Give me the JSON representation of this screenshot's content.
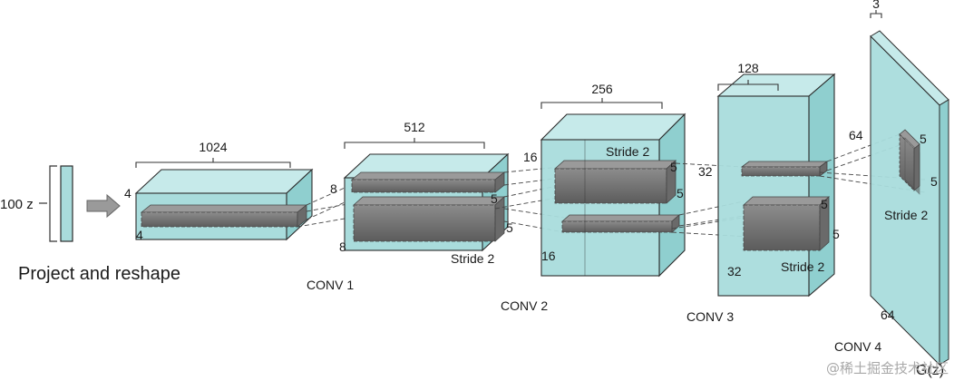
{
  "input": {
    "label": "100 z"
  },
  "project": {
    "label": "Project and reshape",
    "width": "1024",
    "height": "4",
    "depth": "4"
  },
  "conv1": {
    "label": "CONV 1",
    "width": "512",
    "height": "8",
    "depth": "8",
    "k1": "5",
    "k2": "5",
    "stride": "Stride 2"
  },
  "conv2": {
    "label": "CONV 2",
    "width": "256",
    "height": "16",
    "depth": "16",
    "k1": "5",
    "k2": "5",
    "stride": "Stride 2"
  },
  "conv3": {
    "label": "CONV 3",
    "width": "128",
    "height": "32",
    "depth": "32",
    "k1": "5",
    "k2": "5",
    "stride": "Stride 2"
  },
  "conv4": {
    "label": "CONV 4",
    "width": "3",
    "height": "64",
    "depth": "64",
    "k1": "5",
    "k2": "5",
    "stride": "Stride 2"
  },
  "output": {
    "label": "G(z)"
  },
  "watermark": "@稀土掘金技术社区",
  "colors": {
    "block": "#a9dcdc",
    "block_top": "#c6eaea",
    "block_side": "#8fcfcf",
    "filter": "#7b7b7b",
    "filter_dark": "#5a5a5a",
    "arrow": "#9a9a9a"
  }
}
